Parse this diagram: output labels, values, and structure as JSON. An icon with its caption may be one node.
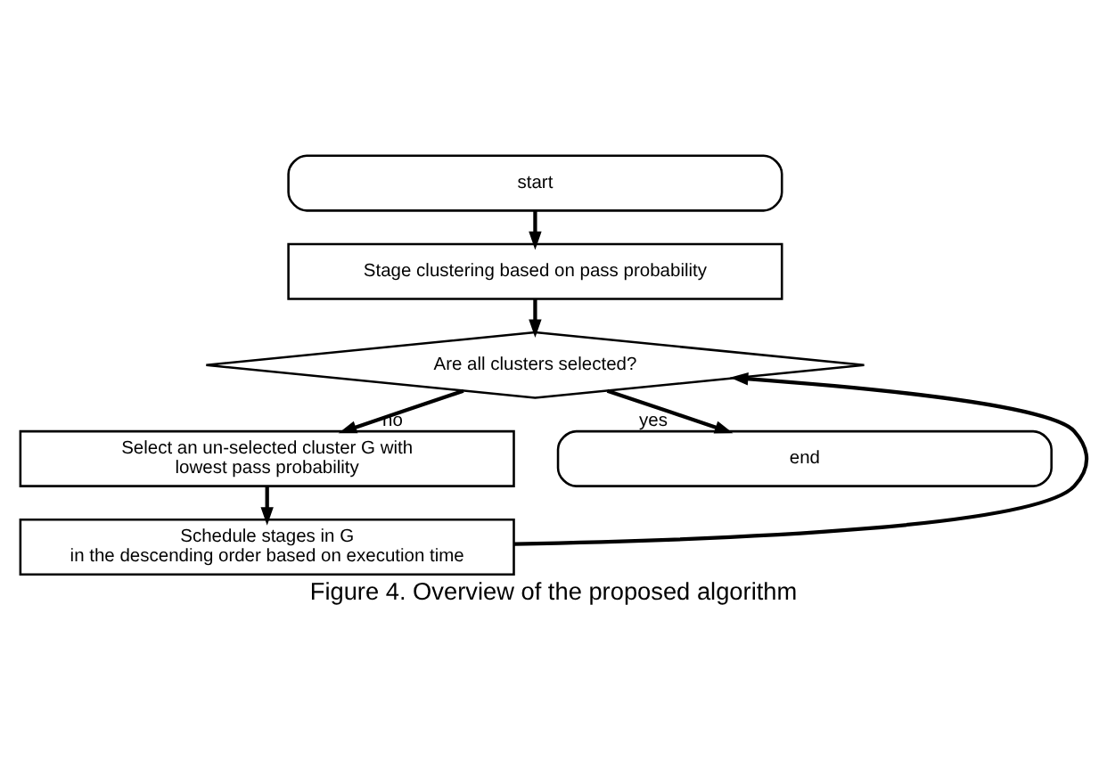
{
  "diagram": {
    "caption": "Figure 4. Overview of the proposed algorithm",
    "nodes": [
      {
        "text": [
          "start"
        ]
      },
      {
        "text": [
          "Stage clustering based on pass probability"
        ]
      },
      {
        "text": [
          "Are all clusters selected?"
        ]
      },
      {
        "text": [
          "Select an un-selected cluster G with lowest pass probability"
        ]
      },
      {
        "text": [
          "Schedule stages in G in the descending order based on execution time"
        ]
      },
      {
        "text": [
          "end"
        ]
      }
    ],
    "edges": [
      {
        "from": 0,
        "to": 1,
        "arrow": "to"
      },
      {
        "from": 1,
        "to": 2,
        "arrow": "to"
      },
      {
        "from": 2,
        "to": 3,
        "arrow": "to",
        "label": "no"
      },
      {
        "from": 3,
        "to": 4,
        "arrow": "to"
      },
      {
        "from": 4,
        "to": 2,
        "arrow": "to"
      },
      {
        "from": 2,
        "to": 5,
        "arrow": "to",
        "label": "yes"
      }
    ]
  }
}
